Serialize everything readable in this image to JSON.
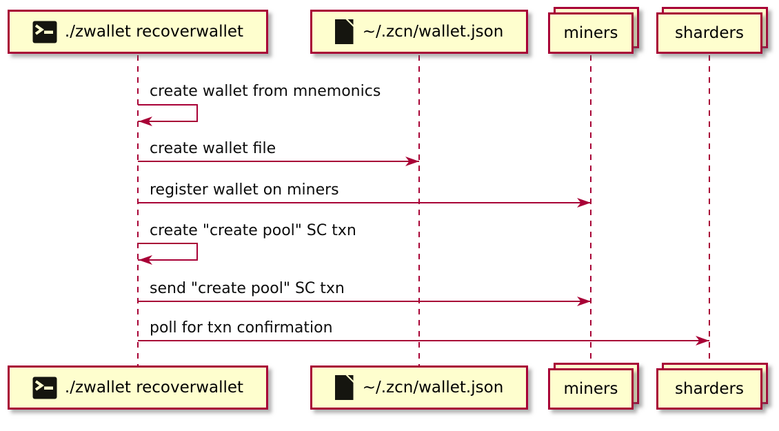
{
  "diagram_type": "sequence-diagram",
  "colors": {
    "background": "#FFFFFF",
    "participant_fill": "#FEFECE",
    "participant_border": "#A80036",
    "arrow": "#A80036",
    "lifeline": "#A80036",
    "text": "#000000",
    "icon_fill": "#15150F"
  },
  "participants": [
    {
      "label": "./zwallet recoverwallet",
      "kind": "participant",
      "icon": "terminal-icon"
    },
    {
      "label": "~/.zcn/wallet.json",
      "kind": "participant",
      "icon": "file-icon"
    },
    {
      "label": "miners",
      "kind": "collections",
      "icon": null
    },
    {
      "label": "sharders",
      "kind": "collections",
      "icon": null
    }
  ],
  "messages": [
    {
      "from": "./zwallet recoverwallet",
      "to": "./zwallet recoverwallet",
      "label": "create wallet from mnemonics",
      "type": "self-arrow"
    },
    {
      "from": "./zwallet recoverwallet",
      "to": "~/.zcn/wallet.json",
      "label": "create wallet file",
      "type": "solid-arrow"
    },
    {
      "from": "./zwallet recoverwallet",
      "to": "miners",
      "label": "register wallet on miners",
      "type": "solid-arrow"
    },
    {
      "from": "./zwallet recoverwallet",
      "to": "./zwallet recoverwallet",
      "label": "create \"create pool\" SC txn",
      "type": "self-arrow"
    },
    {
      "from": "./zwallet recoverwallet",
      "to": "miners",
      "label": "send \"create pool\" SC txn",
      "type": "solid-arrow"
    },
    {
      "from": "./zwallet recoverwallet",
      "to": "sharders",
      "label": "poll for txn confirmation",
      "type": "solid-arrow"
    }
  ]
}
